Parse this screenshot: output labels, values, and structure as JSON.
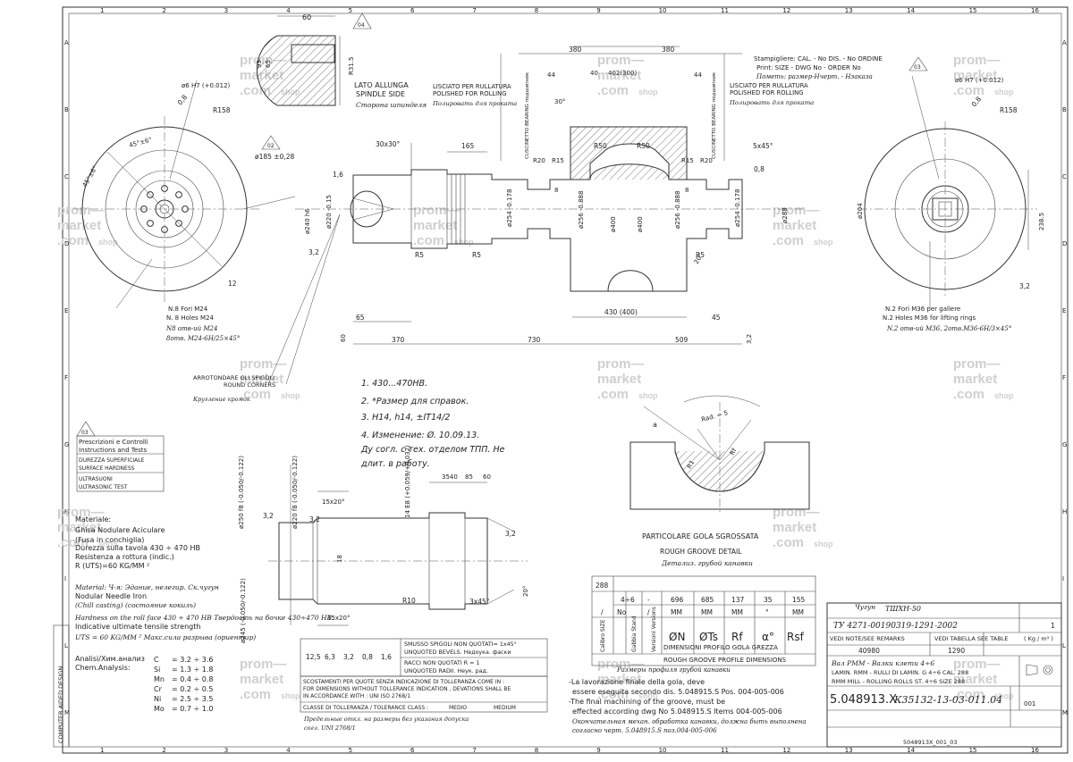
{
  "border": {
    "columns": [
      "1",
      "2",
      "3",
      "4",
      "5",
      "6",
      "7",
      "8",
      "9",
      "10",
      "11",
      "12",
      "13",
      "14",
      "15",
      "16"
    ],
    "rows": [
      "A",
      "B",
      "C",
      "D",
      "E",
      "F",
      "G",
      "H",
      "I",
      "L",
      "M"
    ]
  },
  "watermark": {
    "line1": "prom—",
    "line2": "market",
    "line3": ".com",
    "suffix": "shop"
  },
  "top_view": {
    "dim_60": "60",
    "dim_93": "93",
    "dim_65": "65",
    "dim_r315": "R31.5",
    "callout_04": "04",
    "lato_it": "LATO ALLUNGA",
    "lato_en": "SPINDLE SIDE",
    "lato_ru": "Сторона шпинделя",
    "dim_30x30": "30x30°",
    "dim_165": "165",
    "dim_380a": "380",
    "dim_380b": "380",
    "dim_40": "40",
    "dim_402": "402(300)",
    "dim_44a": "44",
    "dim_44b": "44",
    "dim_5x45": "5x45°",
    "dim_08a": "0,8",
    "dim_08b": "0,8",
    "dim_16": "1,6",
    "dim_r50a": "R50",
    "dim_r50b": "R50",
    "dim_r20a": "R20",
    "dim_r15a": "R15",
    "dim_r15b": "R15",
    "dim_r20b": "R20",
    "dim_8a": "8",
    "dim_8b": "8",
    "dim_30": "30°",
    "dim_d400": "ø400",
    "dim_d240": "ø240 h6",
    "dim_d220": "ø220 -0.15",
    "dim_d254a": "ø254 -0.178",
    "dim_d256a": "ø256 -0.888",
    "dim_d256b": "ø256 -0.888",
    "dim_d254b": "ø254 -0.178",
    "dim_d288": "ø288",
    "dim_r5a": "R5",
    "dim_r5b": "R5",
    "dim_r5c": "R5",
    "dim_32": "3,2",
    "dim_65b": "65",
    "dim_370": "370",
    "dim_730": "730",
    "dim_509": "509",
    "dim_430": "430 (400)",
    "dim_45": "45",
    "dim_20": "20°",
    "dim_60b": "60",
    "dim_32b": "3,2",
    "polish_l_it": "LISCIATO PER RULLATURA",
    "polish_l_en": "POLISHED FOR ROLLING",
    "polish_l_ru": "Полировать для проката",
    "polish_r_it": "LISCIATO PER RULLATURA",
    "polish_r_en": "POLISHED FOR ROLLING",
    "polish_r_ru": "Полировать для проката",
    "bearing_l": "CUSCINETTO BEARING подшипник",
    "bearing_r": "CUSCINETTO BEARING подшипник",
    "stamp_l1": "Stampigliere: CAL.  -  No DIS.  -  No ORDINE",
    "stamp_l2": "Print: SIZE - DWG No - ORDER No",
    "stamp_l3": "Пометь: размер-Нчерт. - Нзаказа",
    "callout_03": "03",
    "arrot_it": "ARROTONDARE GLI SPIGOLI",
    "arrot_en": "ROUND CORNERS",
    "arrot_ru": "Кругление кромок"
  },
  "left_end": {
    "holes_l1": "ø6 H7 (+0.012)",
    "dim_08": "0,8",
    "dim_r158": "R158",
    "callout_02": "02",
    "dim_d185": "ø185 ±0,28",
    "dim_45x6": "45°±6°",
    "dim_45b": "45°±6°",
    "dim_12": "12",
    "note1": "N.8 Fori M24",
    "note2": "N. 8 Holes M24",
    "note3": "N8 отв-ий М24",
    "note4": "8отв. М24-6Н/25×45°"
  },
  "right_end": {
    "holes_l1": "ø6 H7 (+0.012)",
    "dim_08": "0,8",
    "dim_r158": "R158",
    "callout_03": "03",
    "dim_d204": "ø204",
    "dim_238": "238.5",
    "dim_32": "3,2",
    "note1": "N.2 Fori M36 per gallere",
    "note2": "N.2 Holes M36 for lifting rings",
    "note3": "N.2 отв-ий М36, 2отв.М36-6Н/3×45°"
  },
  "notes_hw": {
    "n1": "1. 430...470НВ.",
    "n2": "2. *Размер для справок.",
    "n3": "3. Н14, h14, ±IT14/2",
    "n4": "4. Изменение: Ø. 10.09.13.",
    "n5": "Ду согл. с тех. отделом ТПП. Не",
    "n6": "длит. в работу."
  },
  "inspect": {
    "callout": "03",
    "r1": "Prescrizioni e Controlli",
    "r2": "Instructions and Tests",
    "r3": "DUREZZA SUPERFICIALE",
    "r4": "SURFACE HARDNESS",
    "r5": "ULTRASUONI",
    "r6": "ULTRASONIC TEST"
  },
  "material": {
    "lines": [
      "Materiale:",
      "Ghisa Nodulare Aciculare",
      "(Fusa in conchiglia)",
      "Durezza sulla tavola 430 ÷ 470 HB",
      "Resistenza a rottura (indic.)",
      "R (UTS)=60 KG/MM ²",
      "Material: Ч-я: Эдание, нелегир. Ск.чугун",
      "Nodular Needle Iron",
      "(Chill casting) (состояние кокиль)",
      "Hardness on the roll face 430 ÷ 470 HB  Твердость на бочке 430÷470 НВ.",
      "Indicative ultimate tensile strength",
      "UTS = 60 KG/MM ²  Макс.сила разрыва (ориентир)"
    ],
    "analysis_label": "Analisi/Хим.анализ",
    "chem_label": "Chem.Analysis:",
    "chem": [
      {
        "el": "C",
        "val": "= 3.2 ÷ 3.6"
      },
      {
        "el": "Si",
        "val": "= 1.3 ÷ 1.8"
      },
      {
        "el": "Mn",
        "val": "= 0.4 ÷ 0.8"
      },
      {
        "el": "Cr",
        "val": "= 0.2 ÷ 0.5"
      },
      {
        "el": "Ni",
        "val": "= 2.5 ÷ 3.5"
      },
      {
        "el": "Mo",
        "val": "= 0.7 ÷ 1.0"
      }
    ]
  },
  "detail": {
    "dim_d250": "ø250 f8 (-0.050/-0.122)",
    "dim_d220": "ø220 f8 (-0.050/-0.122)",
    "dim_14e8": "14 E8 (+0.059/+0.032)",
    "dim_354": "3540",
    "dim_85": "85",
    "dim_60": "60",
    "dim_15x20a": "15x20°",
    "dim_15x20b": "15x20°",
    "dim_32a": "3,2",
    "dim_32b": "3,2",
    "dim_32c": "3,2",
    "dim_r10": "R10",
    "dim_3x45": "3x45°",
    "dim_d245": "ø245 (-0.050/-0.122)",
    "dim_18": "18",
    "dim_20": "20°"
  },
  "finish_box": {
    "values": [
      "12,5",
      "6,3",
      "3,2",
      "0,8",
      "1,6"
    ],
    "r1": "SMUSSO SPIGOLI NON QUOTATI= 1x45°",
    "r2": "UNQUOTED BEVELS.  Недоука. фаски",
    "r3": "RACCI NON QUOTATI R = 1",
    "r4": "UNQUOTED RADII.   Неук. рад.",
    "tol1": "SCOSTAMENTI PER QUOTE SENZA INDICAZIONE DI TOLLERANZA COME IN :",
    "tol2": "FOR DIMENSIONS WITHOUT TOLLERANCE INDICATION , DEVATIONS SHALL BE",
    "tol3": "IN ACCORDANCE WITH :                 UNI ISO 2768/1",
    "tol4": "CLASSE DI TOLLERANZA / TOLERANCE CLASS :",
    "tol_m1": "MEDIO",
    "tol_m2": "MEDIUM",
    "hw1": "Предельные откл. на размеры без указания допуска",
    "hw2": "согл. UNI 2768/1"
  },
  "groove": {
    "dim_r": "Rad. = 5",
    "dim_a": "a",
    "dim_r1": "R1",
    "dim_rf": "Rf",
    "title_it": "PARTICOLARE GOLA SGROSSATA",
    "title_en": "ROUGH GROOVE DETAIL",
    "title_ru": "Детализ. грубой канавки"
  },
  "profile_table": {
    "row_288": "288",
    "row_vals": [
      "4÷6",
      "-",
      "696",
      "685",
      "137",
      "35",
      "155"
    ],
    "units": [
      "/",
      "No",
      "/",
      "MM",
      "MM",
      "MM",
      "°",
      "MM"
    ],
    "headers": [
      "Gabbia Stand",
      "Versioni Versions",
      "ØN",
      "ØTs",
      "Rf",
      "α°",
      "Rsf"
    ],
    "side": "Calibro SIZE",
    "title_it": "DIMENSIONI PROFILO GOLA GREZZA",
    "title_en": "ROUGH GROOVE PROFILE DIMENSIONS",
    "hw": "Размеры профиля грубой канавки"
  },
  "notes_bottom": {
    "l1": "-La lavorazione finale della gola, deve",
    "l2": "essere eseguita secondo dis. 5.048915.S Pos. 004-005-006",
    "l3": "-The final machining of the groove, must be",
    "l4": "effected according dwg No 5.048915.S Items 004-005-006",
    "l5": "Окончательная механ. обработка канавки, должна быть выполнена",
    "l6": "согласно черт. 5.048915.S поз.004-005-006"
  },
  "titleblock": {
    "material_hw": "Чугун",
    "pattern": "ТШХН-50",
    "spec": "ТУ 4271-00190319-1291-2002",
    "notes_it": "VEDI NOTE/SEE REMARKS",
    "notes_ref": "VEDI TABELLA SEE TABLE",
    "weight": "40980",
    "weight2": "1290",
    "w_unit": "( Kg / m³ )",
    "desc1": "Вал РММ - Валки клети 4÷6",
    "desc2": "LAMIN. RMM - RULLI DI LAMIN. G 4÷6 CAL. 288",
    "desc3": "RMM MILL - ROLLING ROLLS ST. 4÷6 SIZE 288",
    "drawing_no": "5.048913.X",
    "drawing_no_hw": "К35132-13-03-011.04",
    "sheet": "001",
    "file": "5048913X_001_03",
    "scale": "1",
    "left_strip": "COMPUTER AIDED DESIGN"
  }
}
